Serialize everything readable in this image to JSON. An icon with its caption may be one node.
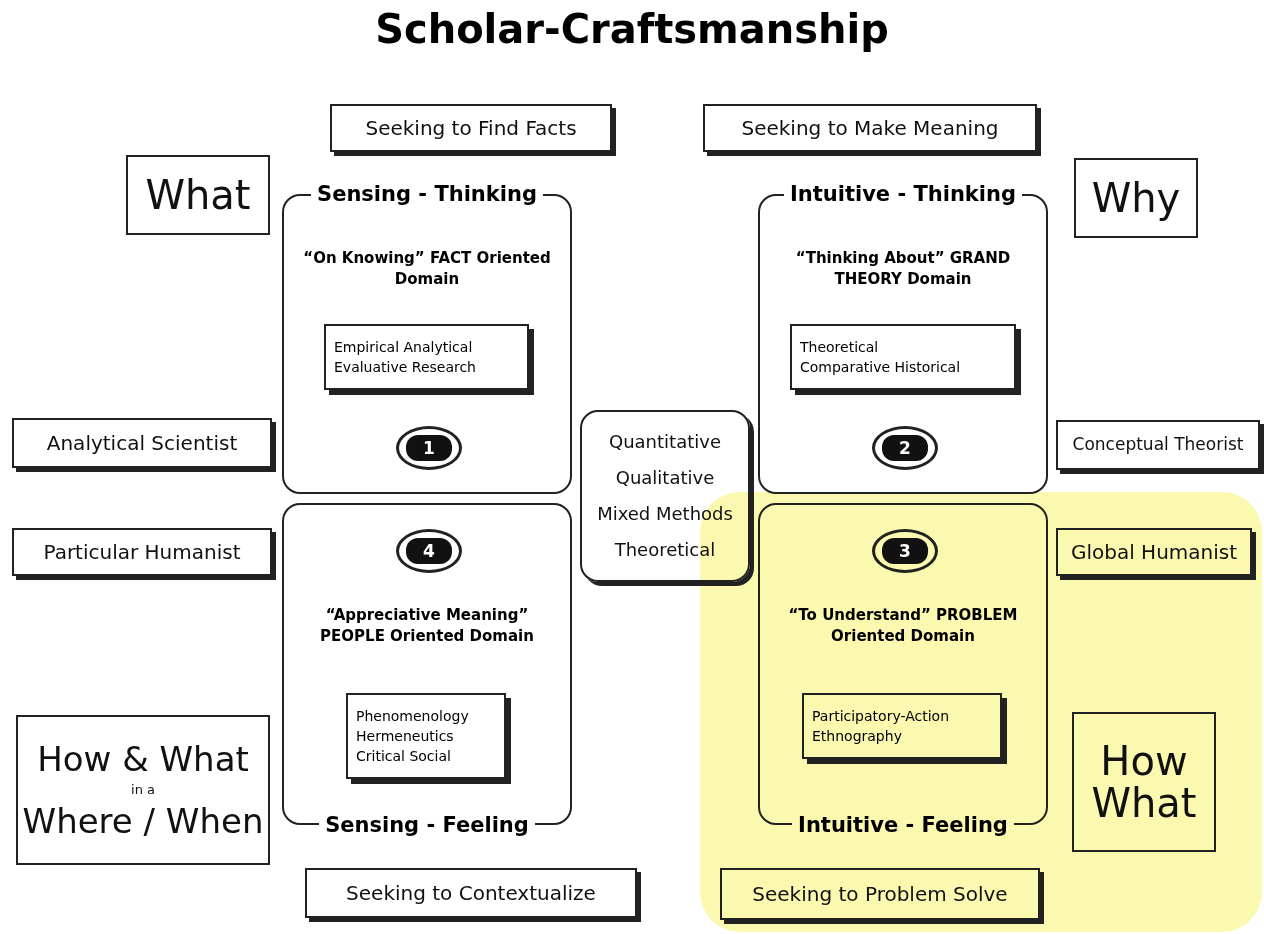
{
  "diagram": {
    "title": "Scholar-Craftsmanship",
    "nodes": [
      {
        "text": [
          "Seeking to Find Facts"
        ]
      },
      {
        "text": [
          "Seeking to Make Meaning"
        ]
      },
      {
        "text": [
          "What"
        ]
      },
      {
        "text": [
          "Sensing - Thinking",
          "“On Knowing” FACT Oriented Domain"
        ]
      },
      {
        "text": [
          "Empirical Analytical",
          "Evaluative Research"
        ],
        "in": 3
      },
      {
        "text": [
          "1"
        ],
        "in": 3
      },
      {
        "text": [
          "Analytical Scientist"
        ]
      },
      {
        "text": [
          "Why"
        ]
      },
      {
        "text": [
          "Intuitive - Thinking",
          "“Thinking About” GRAND THEORY Domain"
        ]
      },
      {
        "text": [
          "Theoretical",
          "Comparative Historical"
        ],
        "in": 8
      },
      {
        "text": [
          "2"
        ],
        "in": 8
      },
      {
        "text": [
          "Conceptual Theorist"
        ]
      },
      {
        "text": [
          "Quantitative",
          "Qualitative",
          "Mixed Methods",
          "Theoretical"
        ]
      },
      {
        "text": [
          "Particular Humanist"
        ]
      },
      {
        "text": [
          "“Appreciative Meaning” PEOPLE Oriented Domain",
          "Sensing - Feeling"
        ]
      },
      {
        "text": [
          "4"
        ],
        "in": 14
      },
      {
        "text": [
          "Phenomenology",
          "Hermeneutics",
          "Critical Social"
        ],
        "in": 14
      },
      {
        "text": [
          "Global Humanist"
        ]
      },
      {
        "text": [
          "“To Understand” PROBLEM Oriented Domain",
          "Intuitive - Feeling"
        ]
      },
      {
        "text": [
          "3"
        ],
        "in": 18
      },
      {
        "text": [
          "Participatory-Action",
          "Ethnography"
        ],
        "in": 18
      },
      {
        "text": [
          "How & What",
          "in a",
          "Where / When"
        ]
      },
      {
        "text": [
          "How What"
        ]
      },
      {
        "text": [
          "Seeking to Contextualize"
        ]
      },
      {
        "text": [
          "Seeking to Problem Solve"
        ]
      }
    ],
    "edges": []
  }
}
